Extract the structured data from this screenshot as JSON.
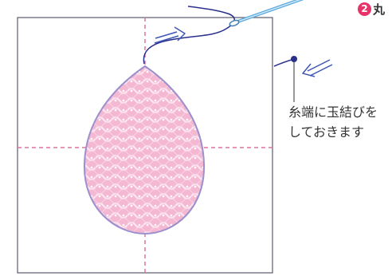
{
  "step": {
    "number": "2",
    "title": "丸"
  },
  "note": {
    "line1": "糸端に玉結びを",
    "line2": "しておきます"
  },
  "colors": {
    "fabric_border": "#5a5a6e",
    "guide_line": "#e0739f",
    "shape_fill": "#f5b9d4",
    "shape_outline": "#9a90cc",
    "thread": "#2a2f8c",
    "needle": "#5aa9de",
    "arrow": "#3f55b5",
    "step_badge": "#e8336a"
  },
  "icons": {
    "needle": "needle-icon",
    "knot": "knot-icon",
    "direction_arrow": "arrow-icon"
  }
}
